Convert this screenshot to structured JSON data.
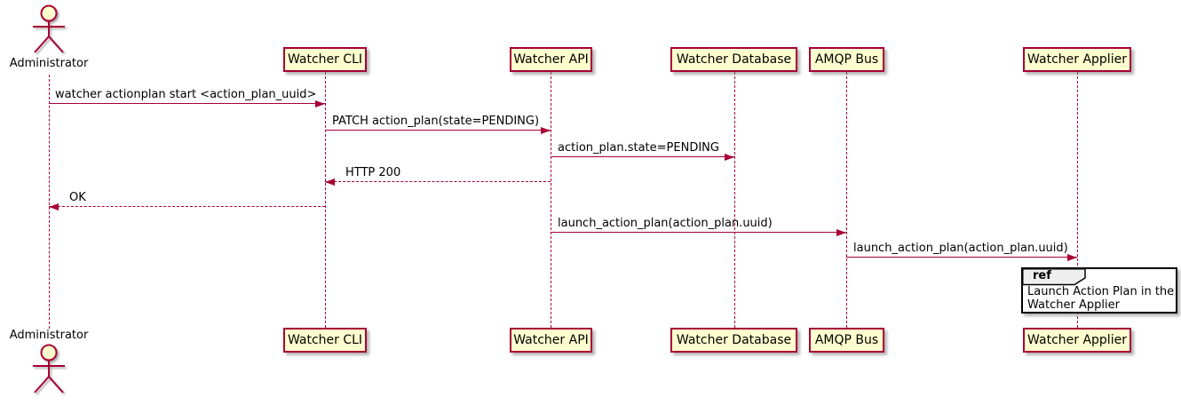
{
  "diagram_type": "sequence",
  "actor": {
    "name": "Administrator"
  },
  "participants": [
    {
      "name": "Watcher CLI"
    },
    {
      "name": "Watcher API"
    },
    {
      "name": "Watcher Database"
    },
    {
      "name": "AMQP Bus"
    },
    {
      "name": "Watcher Applier"
    }
  ],
  "messages": [
    {
      "label": "watcher actionplan start <action_plan_uuid>",
      "from": "Administrator",
      "to": "Watcher CLI",
      "line": "solid"
    },
    {
      "label": "PATCH action_plan(state=PENDING)",
      "from": "Watcher CLI",
      "to": "Watcher API",
      "line": "solid"
    },
    {
      "label": "action_plan.state=PENDING",
      "from": "Watcher API",
      "to": "Watcher Database",
      "line": "solid"
    },
    {
      "label": "HTTP 200",
      "from": "Watcher API",
      "to": "Watcher CLI",
      "line": "dashed"
    },
    {
      "label": "OK",
      "from": "Watcher CLI",
      "to": "Administrator",
      "line": "dashed"
    },
    {
      "label": "launch_action_plan(action_plan.uuid)",
      "from": "Watcher API",
      "to": "AMQP Bus",
      "line": "solid"
    },
    {
      "label": "launch_action_plan(action_plan.uuid)",
      "from": "AMQP Bus",
      "to": "Watcher Applier",
      "line": "solid"
    }
  ],
  "ref_fragment": {
    "keyword": "ref",
    "text_line1": "Launch Action Plan in the",
    "text_line2": "Watcher Applier"
  },
  "colors": {
    "participant_fill": "#FEFECE",
    "stroke": "#A80036",
    "text": "#000000",
    "ref_tag_fill": "#EEEEEE",
    "ref_border": "#000000"
  }
}
